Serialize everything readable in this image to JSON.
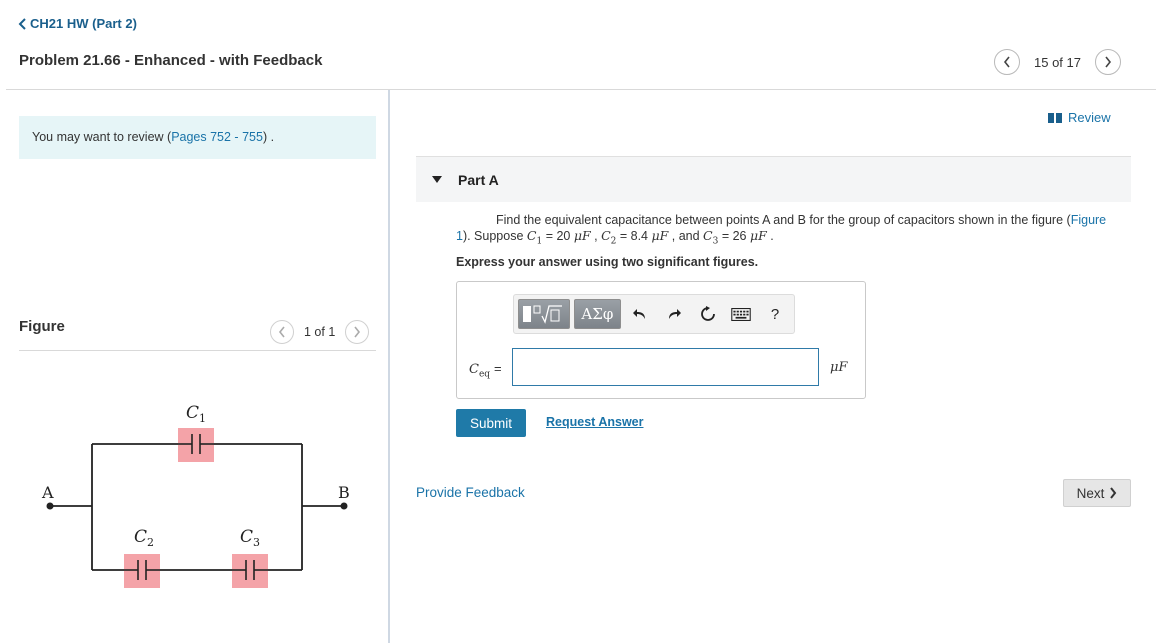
{
  "header": {
    "breadcrumb": "CH21 HW (Part 2)",
    "problem_title": "Problem 21.66 - Enhanced - with Feedback",
    "pager_text": "15 of 17"
  },
  "review_box": {
    "prefix": "You may want to review (",
    "pages_link": "Pages 752 - 755",
    "suffix": ") ."
  },
  "review_link": "Review",
  "figure": {
    "label": "Figure",
    "pager_text": "1 of 1",
    "node_a": "A",
    "node_b": "B",
    "c1_label": "C",
    "c1_sub": "1",
    "c2_label": "C",
    "c2_sub": "2",
    "c3_label": "C",
    "c3_sub": "3",
    "capacitor_color": "#f4a3a8"
  },
  "part_a": {
    "title": "Part A",
    "question_text": "Find the equivalent capacitance between points A and B for the group of capacitors shown in the figure",
    "figure_link": "Figure 1",
    "suppose": "). Suppose",
    "open_paren": "(",
    "c1_var": "C",
    "c1_sub": "1",
    "c1_val": " = 20 ",
    "c2_var": "C",
    "c2_sub": "2",
    "c2_val": " = 8.4 ",
    "c3_var": "C",
    "c3_sub": "3",
    "c3_val": " = 26 ",
    "unit": "μF",
    "and": " , and ",
    "comma": " , ",
    "period": " .",
    "instruction": "Express your answer using two significant figures.",
    "toolbar": {
      "symbols_label": "ΑΣφ",
      "help_label": "?"
    },
    "ceq_var": "C",
    "ceq_sub": "eq",
    "ceq_eq": "=",
    "answer_value": "",
    "answer_unit": "μF",
    "submit_label": "Submit",
    "request_label": "Request Answer"
  },
  "footer": {
    "feedback_label": "Provide Feedback",
    "next_label": "Next"
  },
  "colors": {
    "accent": "#1f7aa8",
    "review_bg": "#e6f5f7"
  }
}
